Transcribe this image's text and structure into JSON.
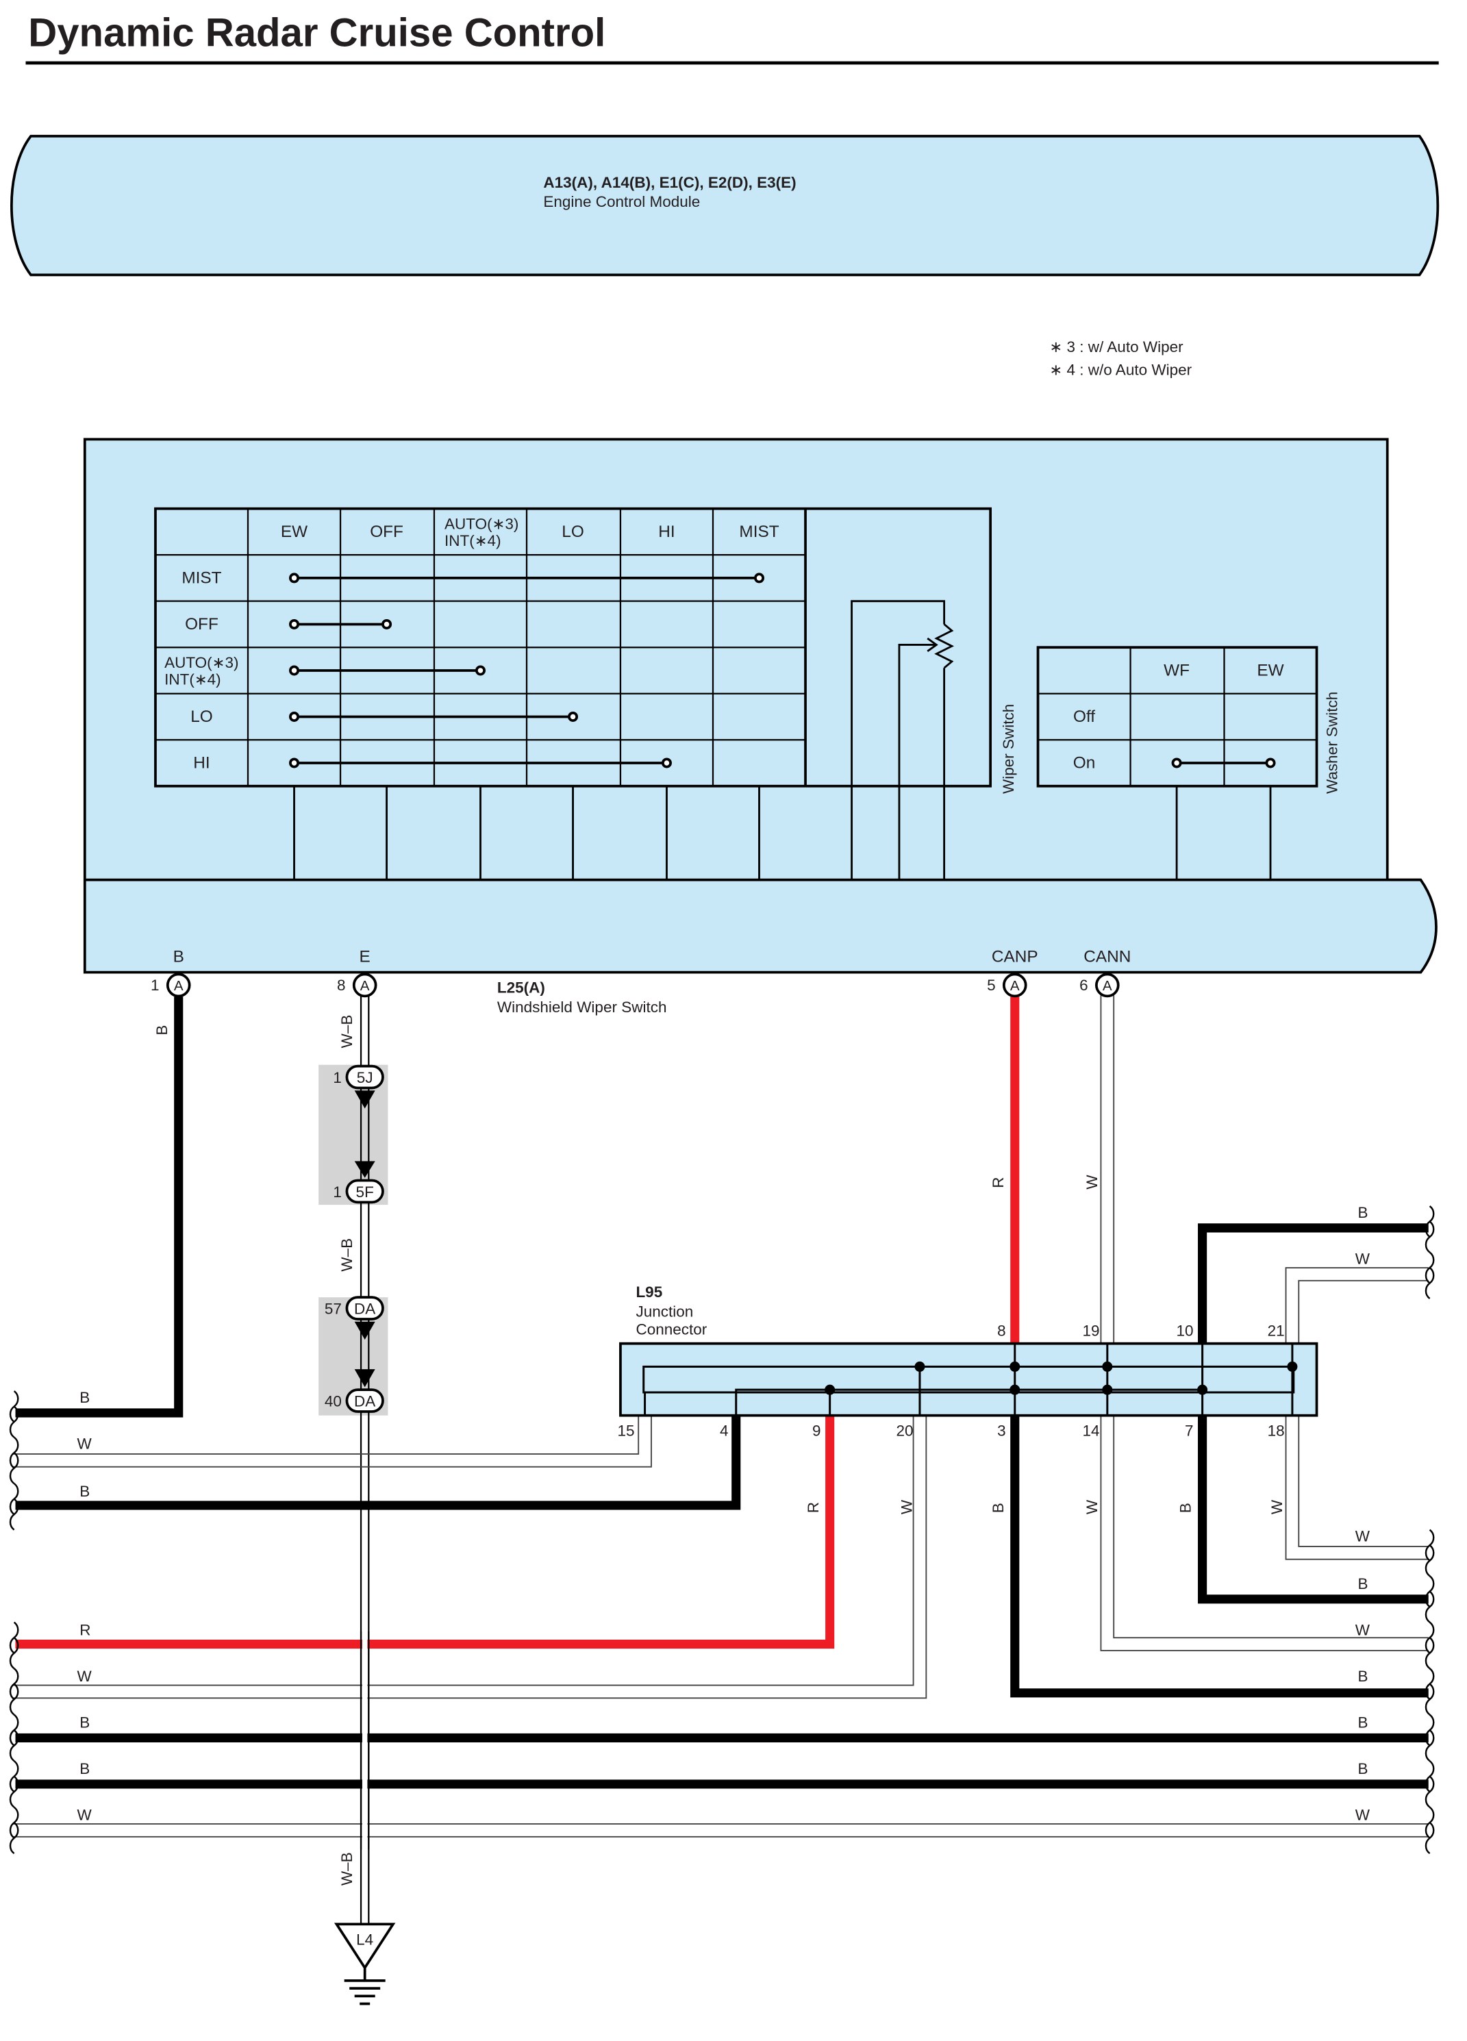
{
  "title": "Dynamic Radar Cruise Control",
  "ecm": {
    "connectors": "A13(A), A14(B), E1(C), E2(D), E3(E)",
    "name": "Engine Control Module"
  },
  "notes": [
    "∗ 3 : w/ Auto Wiper",
    "∗ 4 : w/o Auto Wiper"
  ],
  "wiper_table": {
    "columns": [
      "EW",
      "OFF",
      "AUTO(∗3)",
      "INT(∗4)",
      "LO",
      "HI",
      "MIST"
    ],
    "rows": [
      "MIST",
      "OFF",
      "AUTO(∗3)",
      "INT(∗4)",
      "LO",
      "HI"
    ],
    "label": "Wiper Switch"
  },
  "washer_table": {
    "columns": [
      "WF",
      "EW"
    ],
    "rows": [
      "Off",
      "On"
    ],
    "label": "Washer Switch"
  },
  "switch": {
    "connector": "L25(A)",
    "name": "Windshield Wiper Switch",
    "terminals": [
      {
        "name": "B",
        "pin": "1",
        "conn": "A"
      },
      {
        "name": "E",
        "pin": "8",
        "conn": "A"
      },
      {
        "name": "CANP",
        "pin": "5",
        "conn": "A"
      },
      {
        "name": "CANN",
        "pin": "6",
        "conn": "A"
      }
    ]
  },
  "junction": {
    "id": "L95",
    "name1": "Junction",
    "name2": "Connector",
    "top_pins": [
      "8",
      "19",
      "10",
      "21"
    ],
    "bottom_pins": [
      "15",
      "4",
      "9",
      "20",
      "3",
      "14",
      "7",
      "18"
    ]
  },
  "inline_connectors": [
    {
      "pin": "1",
      "id": "5J"
    },
    {
      "pin": "1",
      "id": "5F"
    },
    {
      "pin": "57",
      "id": "DA"
    },
    {
      "pin": "40",
      "id": "DA"
    }
  ],
  "ground": "L4",
  "wire_colors": {
    "B": "B",
    "W": "W",
    "R": "R",
    "WB": "W–B"
  },
  "colors": {
    "panel": "#c8e8f8",
    "red": "#ee1c25",
    "black": "#000000",
    "shade": "#d4d4d4"
  }
}
